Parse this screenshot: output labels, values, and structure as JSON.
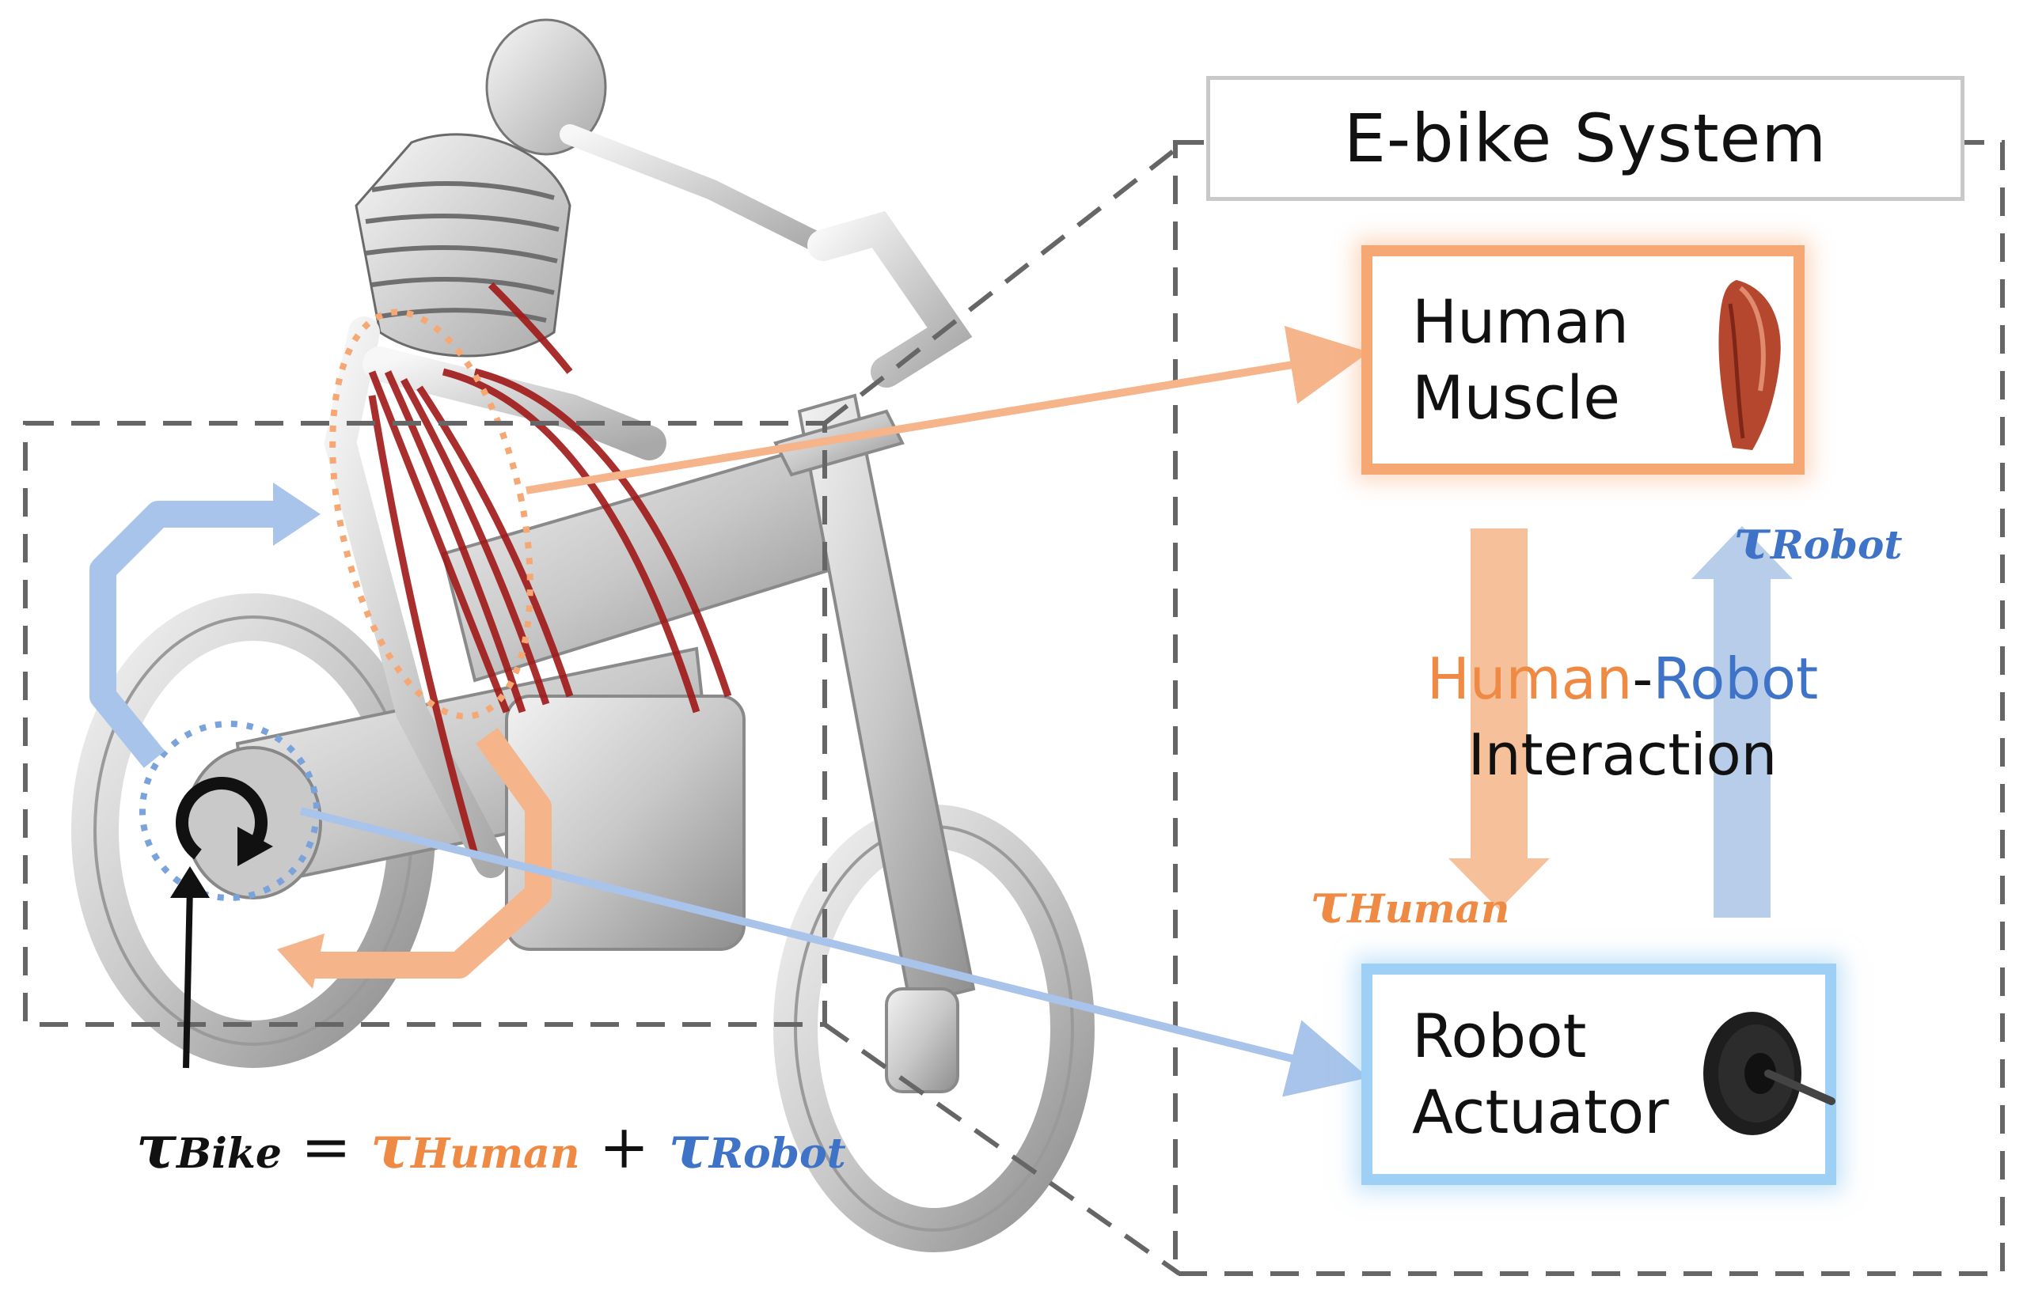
{
  "system": {
    "title": "E-bike System"
  },
  "human_node": {
    "line1": "Human",
    "line2": "Muscle",
    "icon": "muscle-icon"
  },
  "robot_node": {
    "line1": "Robot",
    "line2": "Actuator",
    "icon": "hub-motor-icon"
  },
  "interaction": {
    "human_word": "Human",
    "dash": "-",
    "robot_word": "Robot",
    "line2": "Interaction"
  },
  "torques": {
    "tau_symbol": "τ",
    "human_sub": "Human",
    "robot_sub": "Robot",
    "bike_sub": "Bike",
    "equals": "=",
    "plus": "+"
  },
  "colors": {
    "human": "#ef8a45",
    "robot": "#3f73c8",
    "human_light": "#f6b48a",
    "robot_light": "#a9c4ea",
    "frame_gray": "#666666"
  }
}
